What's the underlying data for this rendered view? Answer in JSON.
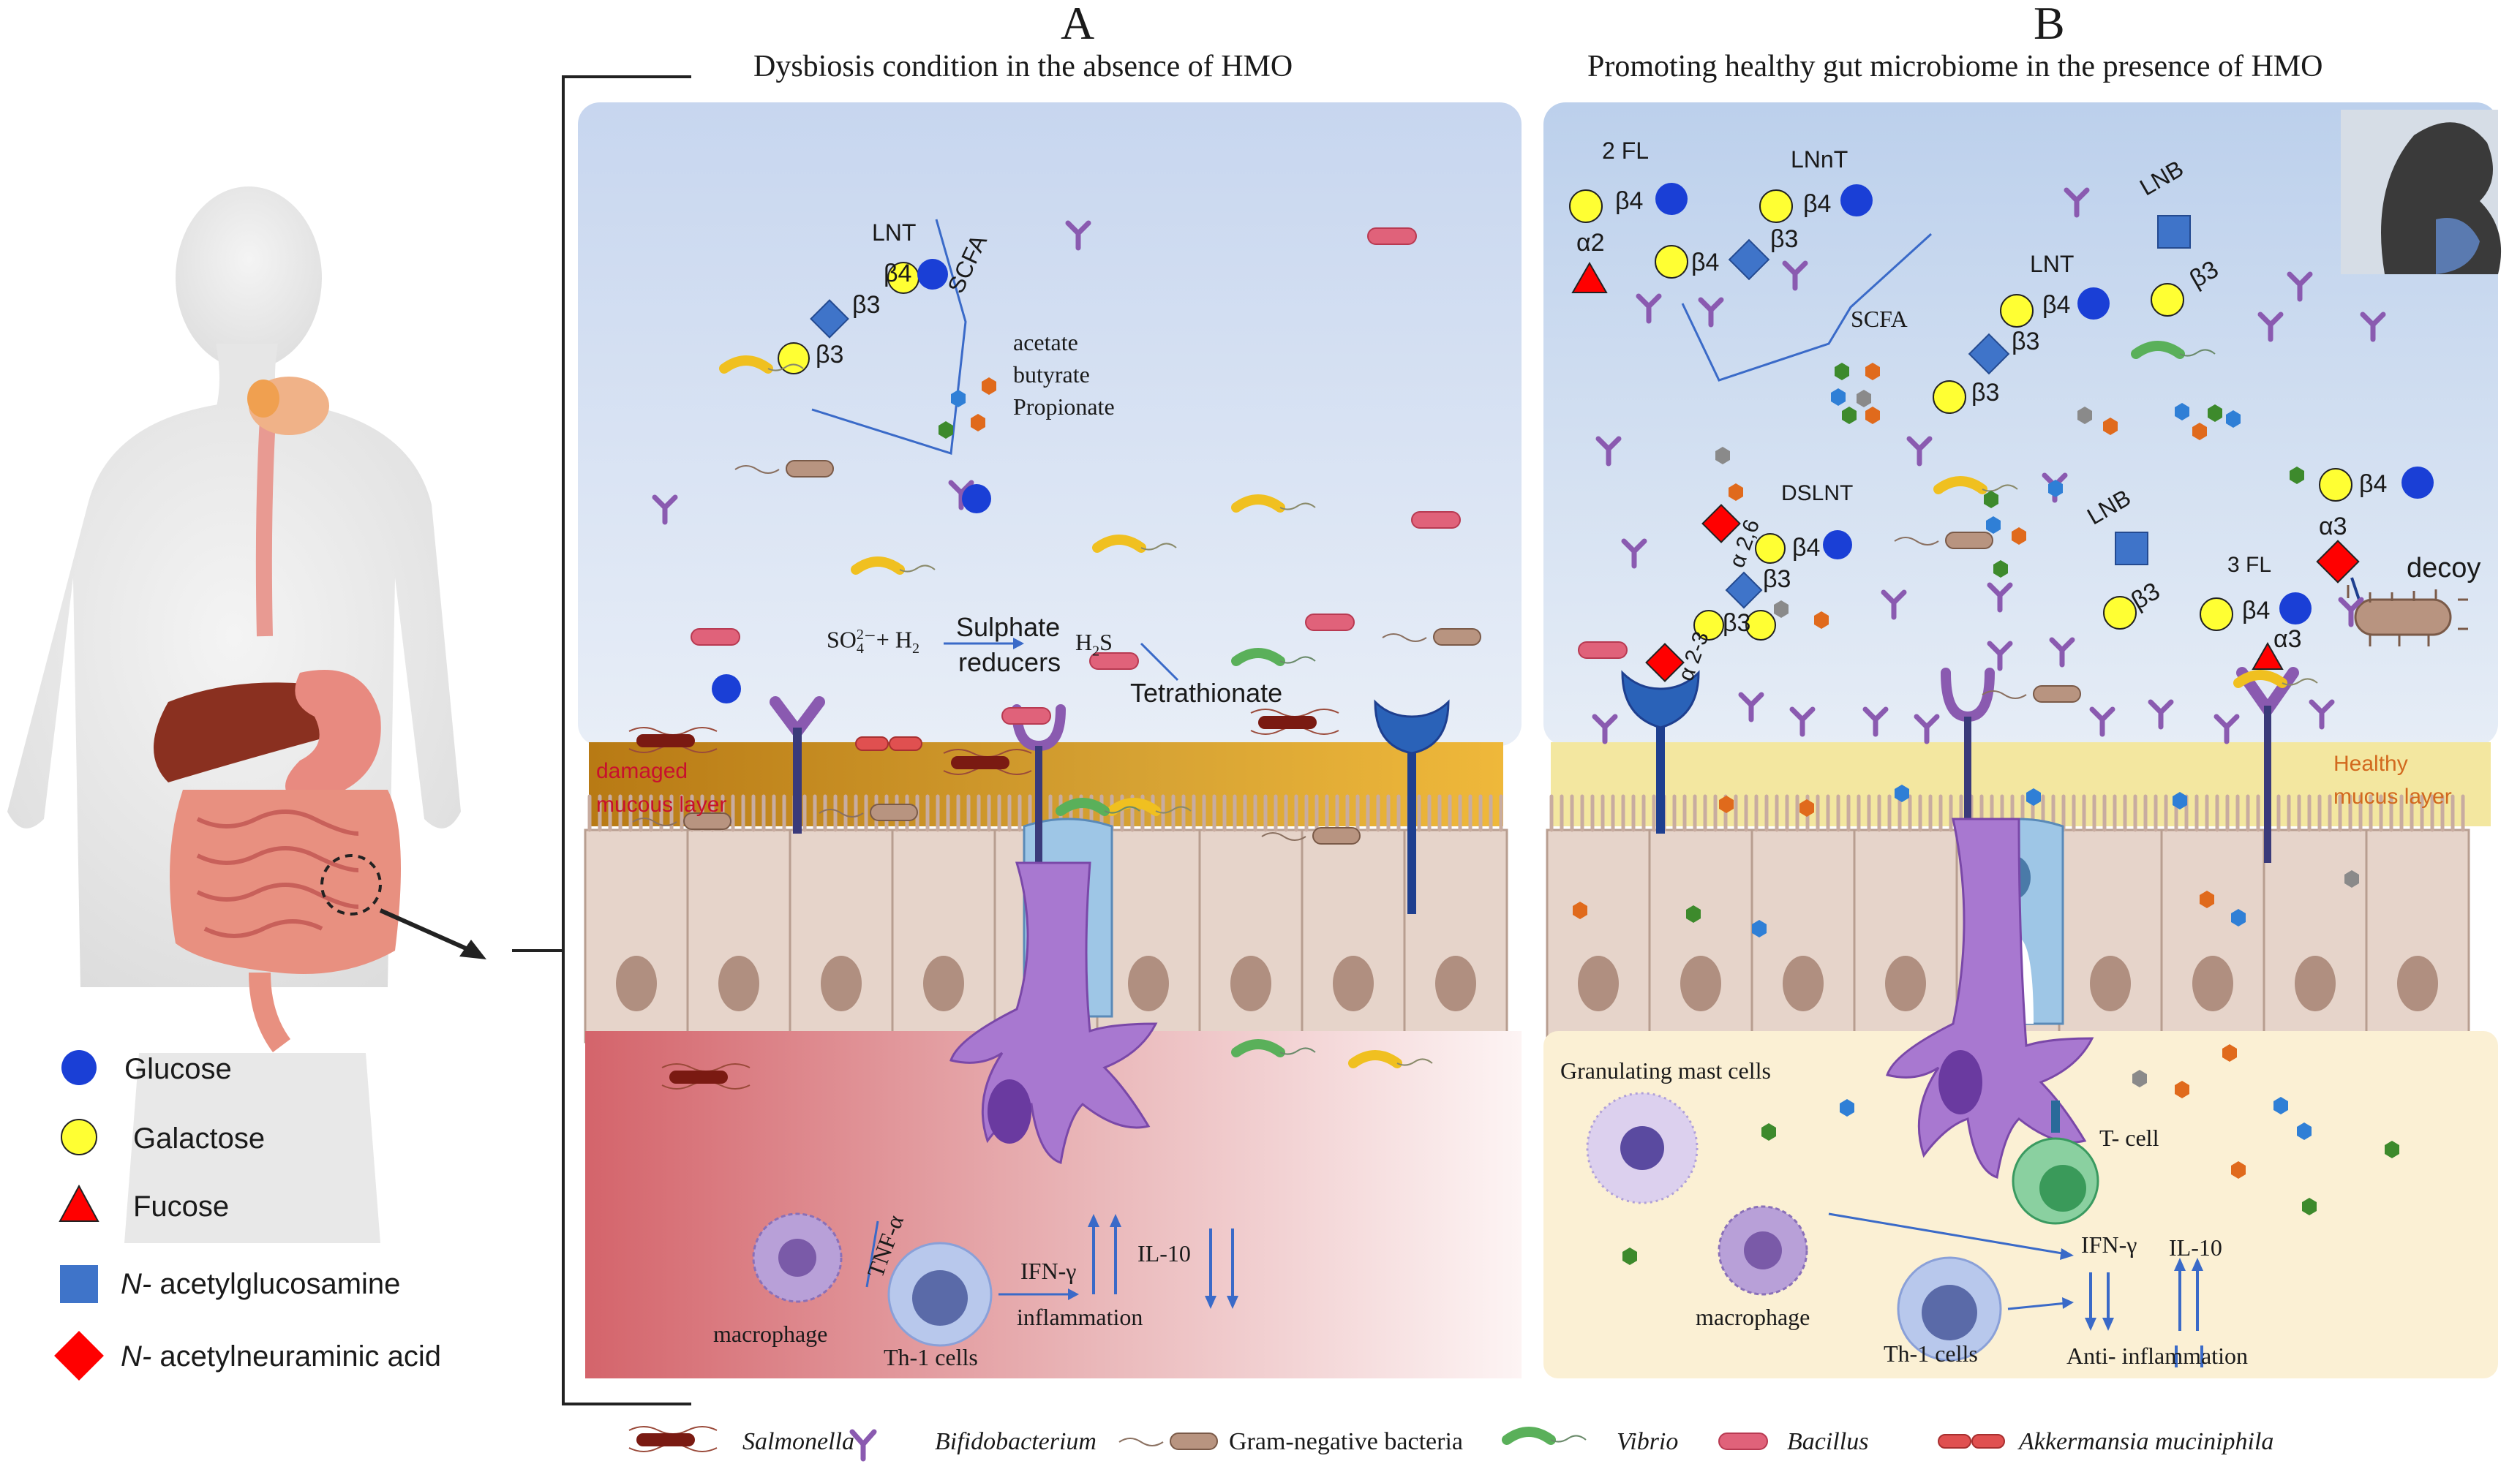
{
  "panels": {
    "a": {
      "letter": "A",
      "title": "Dysbiosis  condition in the absence of HMO"
    },
    "b": {
      "letter": "B",
      "title": "Promoting healthy gut microbiome in the presence of HMO"
    }
  },
  "legend": [
    {
      "shape": "circle",
      "color": "#1a3fd6",
      "label": "Glucose"
    },
    {
      "shape": "circle",
      "color": "#ffff33",
      "label": "Galactose"
    },
    {
      "shape": "triangle",
      "color": "#ff0000",
      "label": "Fucose"
    },
    {
      "shape": "square",
      "color": "#3f74c9",
      "prefix": "N-",
      "label": " acetylglucosamine"
    },
    {
      "shape": "diamond",
      "color": "#ff0000",
      "prefix": "N-",
      "label": " acetylneuraminic acid"
    }
  ],
  "panel_a": {
    "lnt": "LNT",
    "b4": "β4",
    "b3a": "β3",
    "b3b": "β3",
    "scfa": "SCFA",
    "acetate": "acetate",
    "butyrate": "butyrate",
    "propionate": "Propionate",
    "so4": "SO",
    "so4_sup": "2",
    "so4_sub": "4",
    "so4_rest": "⁻+ H",
    "so4_h_sub": "2",
    "sulphate": "Sulphate",
    "reducers": "reducers",
    "h2s": "H",
    "h2s_sub": "2",
    "h2s_s": "S",
    "tetrathionate": "Tetrathionate",
    "damaged1": "damaged",
    "damaged2": "mucous layer",
    "tnf": "TNF-α",
    "macrophage": "macrophage",
    "th1": "Th-1 cells",
    "ifn": "IFN-γ",
    "inflammation": "inflammation",
    "il10": "IL-10"
  },
  "panel_b": {
    "fl2": "2 FL",
    "fl2_b4": "β4",
    "fl2_a2": "α2",
    "lnnt": "LNnT",
    "lnnt_b4": "β4",
    "lnnt_b4b": "β4",
    "lnnt_b3": "β3",
    "lnb1": "LNB",
    "lnb1_b3": "β3",
    "scfa": "SCFA",
    "lnt": "LNT",
    "lnt_b4": "β4",
    "lnt_b3a": "β3",
    "lnt_b3b": "β3",
    "dslnt": "DSLNT",
    "a26": "α 2,6",
    "ds_b4": "β4",
    "ds_b3a": "β3",
    "ds_b3b": "β3",
    "a23": "α 2-3",
    "lnb2": "LNB",
    "lnb2_b3": "β3",
    "fl3": "3 FL",
    "fl3_b4": "β4",
    "fl3_b4top": "β4",
    "fl3_a3a": "α3",
    "fl3_a3b": "α3",
    "decoy": "decoy",
    "healthy1": "Healthy",
    "healthy2": "mucus layer",
    "granulating": "Granulating  mast cells",
    "tcell": "T- cell",
    "macrophage": "macrophage",
    "th1": "Th-1 cells",
    "ifn": "IFN-γ",
    "il10": "IL-10",
    "anti": "Anti-  inflammation"
  },
  "footer": [
    {
      "label": "Salmonella",
      "italic": true
    },
    {
      "label": "Bifidobacterium",
      "italic": true
    },
    {
      "label": "Gram-negative  bacteria",
      "italic": false
    },
    {
      "label": "Vibrio",
      "italic": true
    },
    {
      "label": "Bacillus",
      "italic": true
    },
    {
      "label": "Akkermansia muciniphila",
      "italic": true
    }
  ],
  "colors": {
    "glucose": "#1a3fd6",
    "galactose": "#ffff33",
    "fucose": "#ff0000",
    "glcnac": "#3f74c9",
    "neu5ac": "#ff0000",
    "receptor": "#1e3f8f",
    "bifido": "#8a5ab0",
    "damaged_mucus": "#c88a1e",
    "healthy_mucus": "#f3e7a0",
    "epithelium": "#e8d6cc",
    "lumen": "#c9d9ef",
    "lamina_a": "#d86d73",
    "lamina_b": "#fbf0d4"
  }
}
